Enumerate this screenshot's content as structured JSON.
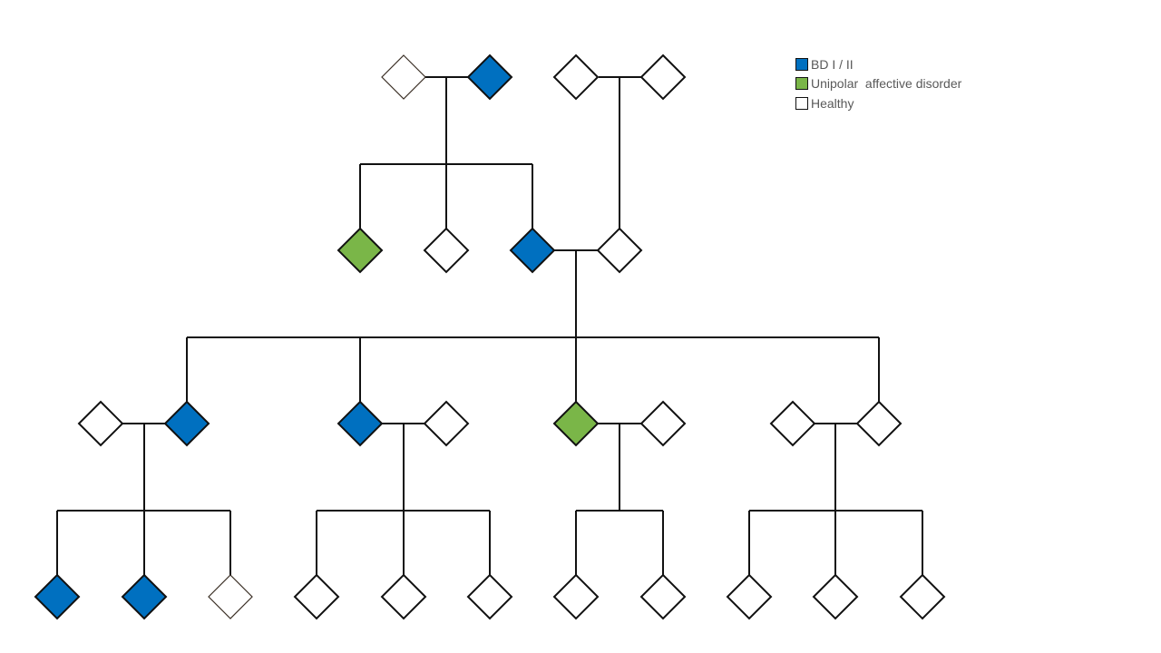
{
  "legend": [
    {
      "key": "bd",
      "label": "BD I / II",
      "color": "#0070C0"
    },
    {
      "key": "unipolar",
      "label": "Unipolar  affective disorder",
      "color": "#7AB648"
    },
    {
      "key": "healthy",
      "label": "Healthy",
      "color": "#FFFFFF"
    }
  ],
  "pedigree": {
    "generation_1": [
      {
        "id": "g1-a",
        "status": "healthy"
      },
      {
        "id": "g1-b",
        "status": "bd"
      },
      {
        "id": "g1-c",
        "status": "healthy"
      },
      {
        "id": "g1-d",
        "status": "healthy"
      }
    ],
    "generation_2": [
      {
        "id": "g2-a",
        "status": "unipolar"
      },
      {
        "id": "g2-b",
        "status": "healthy"
      },
      {
        "id": "g2-c",
        "status": "bd"
      },
      {
        "id": "g2-d",
        "status": "healthy"
      }
    ],
    "generation_3": [
      {
        "id": "g3-a",
        "status": "healthy"
      },
      {
        "id": "g3-b",
        "status": "bd"
      },
      {
        "id": "g3-c",
        "status": "bd"
      },
      {
        "id": "g3-d",
        "status": "healthy"
      },
      {
        "id": "g3-e",
        "status": "unipolar"
      },
      {
        "id": "g3-f",
        "status": "healthy"
      },
      {
        "id": "g3-g",
        "status": "healthy"
      },
      {
        "id": "g3-h",
        "status": "healthy"
      }
    ],
    "generation_4": [
      {
        "id": "g4-a",
        "status": "bd"
      },
      {
        "id": "g4-b",
        "status": "bd"
      },
      {
        "id": "g4-c",
        "status": "healthy"
      },
      {
        "id": "g4-d",
        "status": "healthy"
      },
      {
        "id": "g4-e",
        "status": "healthy"
      },
      {
        "id": "g4-f",
        "status": "healthy"
      },
      {
        "id": "g4-g",
        "status": "healthy"
      },
      {
        "id": "g4-h",
        "status": "healthy"
      },
      {
        "id": "g4-i",
        "status": "healthy"
      },
      {
        "id": "g4-j",
        "status": "healthy"
      },
      {
        "id": "g4-k",
        "status": "healthy"
      }
    ]
  }
}
